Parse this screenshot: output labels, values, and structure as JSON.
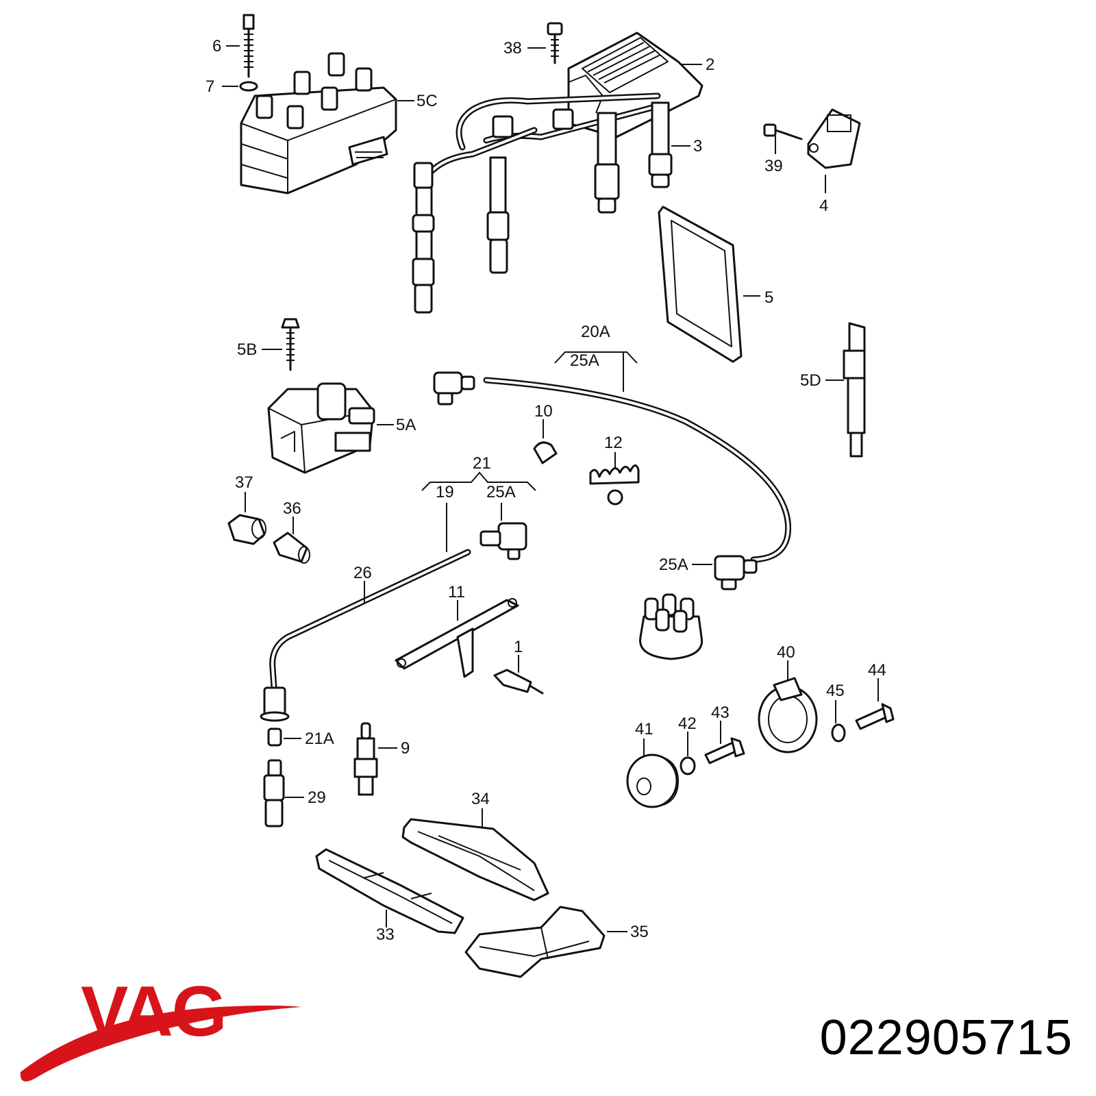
{
  "brand": {
    "logo_text": "VAG",
    "color": "#d7141a"
  },
  "part_number": "022905715",
  "callouts": {
    "c6": "6",
    "c7": "7",
    "c5C": "5C",
    "c38": "38",
    "c2": "2",
    "c3": "3",
    "c39": "39",
    "c4": "4",
    "c5": "5",
    "c5B": "5B",
    "c5A": "5A",
    "c20A": "20A",
    "c25A_top": "25A",
    "c5D": "5D",
    "c10": "10",
    "c12": "12",
    "c21": "21",
    "c19": "19",
    "c25A_mid": "25A",
    "c37": "37",
    "c36": "36",
    "c25A_right": "25A",
    "c26": "26",
    "c11": "11",
    "c1": "1",
    "c40": "40",
    "c44": "44",
    "c45": "45",
    "c43": "43",
    "c42": "42",
    "c41": "41",
    "c21A": "21A",
    "c9": "9",
    "c29": "29",
    "c34": "34",
    "c33": "33",
    "c35": "35"
  }
}
